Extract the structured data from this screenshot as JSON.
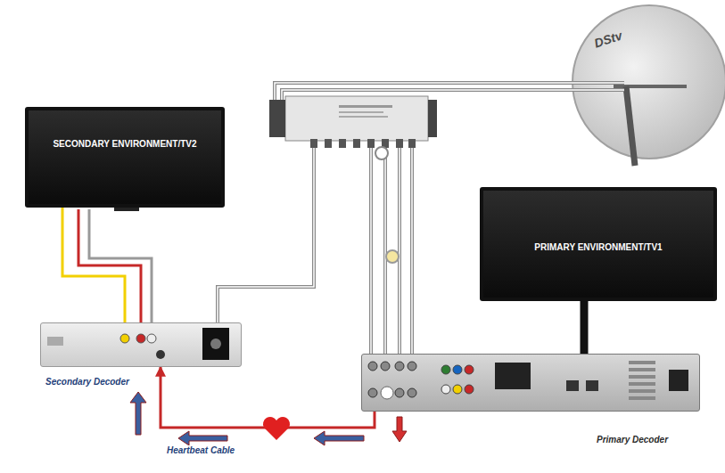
{
  "diagram": {
    "nodes": [
      {
        "text": [
          "SECONDARY ENVIRONMENT/TV2"
        ]
      },
      {
        "text": [
          "PRIMARY ENVIRONMENT/TV1"
        ]
      },
      {
        "text": [
          "Secondary Decoder"
        ]
      },
      {
        "text": [
          "Primary Decoder"
        ]
      }
    ],
    "edges": [
      {
        "from": 0,
        "to": 2,
        "arrow": "none"
      },
      {
        "from": 1,
        "to": 3,
        "arrow": "none"
      },
      {
        "from": 3,
        "to": 2,
        "label": "Heartbeat Cable",
        "arrow": "to"
      }
    ],
    "labels": [
      "DStv"
    ]
  }
}
